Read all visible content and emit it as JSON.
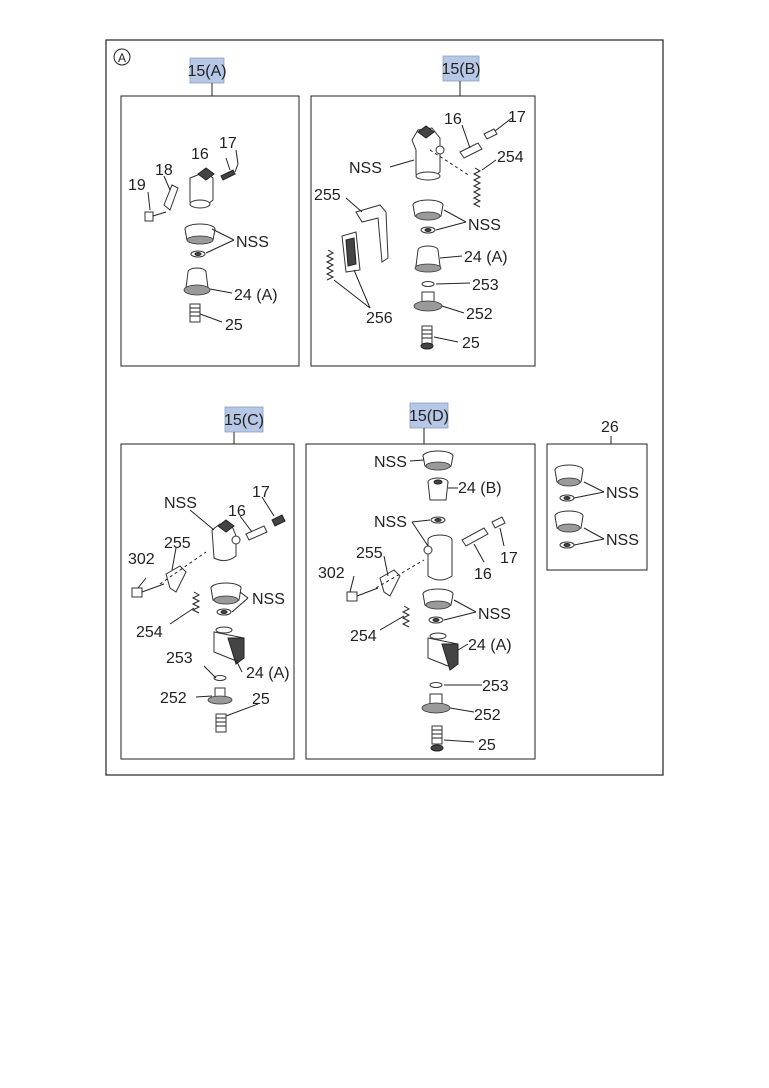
{
  "accent_color": "#b7c7e6",
  "view_marker": "A",
  "groups": {
    "a": {
      "tag": "15(A)"
    },
    "b": {
      "tag": "15(B)"
    },
    "c": {
      "tag": "15(C)"
    },
    "d": {
      "tag": "15(D)"
    },
    "e": {
      "tag": "26"
    }
  },
  "callouts": {
    "a_16": "16",
    "a_17": "17",
    "a_18": "18",
    "a_19": "19",
    "a_nss": "NSS",
    "a_24a": "24 (A)",
    "a_25": "25",
    "b_16": "16",
    "b_17": "17",
    "b_nss1": "NSS",
    "b_254": "254",
    "b_255": "255",
    "b_nss2": "NSS",
    "b_24a": "24 (A)",
    "b_253": "253",
    "b_252": "252",
    "b_256": "256",
    "b_25": "25",
    "c_nss1": "NSS",
    "c_17": "17",
    "c_16": "16",
    "c_255": "255",
    "c_302": "302",
    "c_nss2": "NSS",
    "c_254": "254",
    "c_253": "253",
    "c_24a": "24 (A)",
    "c_252": "252",
    "c_25": "25",
    "d_nss1": "NSS",
    "d_24b": "24 (B)",
    "d_nss2": "NSS",
    "d_255": "255",
    "d_302": "302",
    "d_16": "16",
    "d_17": "17",
    "d_nss3": "NSS",
    "d_254": "254",
    "d_24a": "24 (A)",
    "d_253": "253",
    "d_252": "252",
    "d_25": "25",
    "e_nss1": "NSS",
    "e_nss2": "NSS"
  }
}
